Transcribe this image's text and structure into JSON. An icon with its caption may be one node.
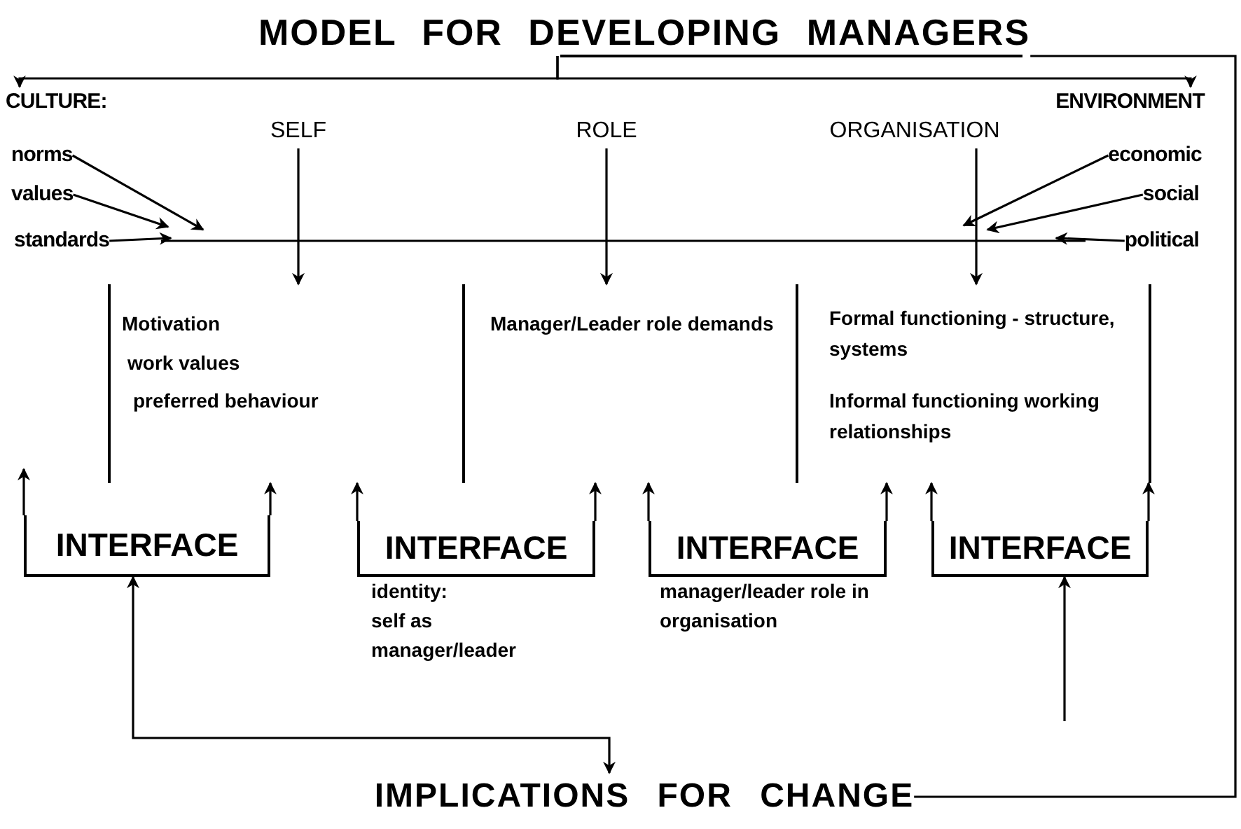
{
  "diagram": {
    "nodes": [
      {
        "text": [
          "MODEL FOR DEVELOPING MANAGERS"
        ]
      },
      {
        "text": [
          "CULTURE:"
        ]
      },
      {
        "text": [
          "norms"
        ]
      },
      {
        "text": [
          "values"
        ]
      },
      {
        "text": [
          "standards"
        ]
      },
      {
        "text": [
          "ENVIRONMENT"
        ]
      },
      {
        "text": [
          "economic"
        ]
      },
      {
        "text": [
          "social"
        ]
      },
      {
        "text": [
          "political"
        ]
      },
      {
        "text": [
          "SELF"
        ]
      },
      {
        "text": [
          "ROLE"
        ]
      },
      {
        "text": [
          "ORGANISATION"
        ]
      },
      {
        "text": [
          "Motivation",
          "work values",
          "preferred behaviour"
        ]
      },
      {
        "text": [
          "Manager/Leader role demands"
        ]
      },
      {
        "text": [
          "Formal functioning - structure, systems",
          "Informal functioning working relationships"
        ]
      },
      {
        "text": [
          "INTERFACE"
        ]
      },
      {
        "text": [
          "INTERFACE"
        ],
        "beside": [
          "identity:",
          "self as manager/leader"
        ]
      },
      {
        "text": [
          "INTERFACE"
        ],
        "beside": [
          "manager/leader role in organisation"
        ]
      },
      {
        "text": [
          "INTERFACE"
        ]
      },
      {
        "text": [
          "IMPLICATIONS FOR CHANGE"
        ]
      }
    ],
    "edges": [
      {
        "from": 0,
        "to": 1,
        "arrow": "to"
      },
      {
        "from": 0,
        "to": 5,
        "arrow": "to"
      },
      {
        "from": 0,
        "to": 19,
        "arrow": "none"
      },
      {
        "from": 2,
        "to": null,
        "arrow": "to"
      },
      {
        "from": 3,
        "to": null,
        "arrow": "to"
      },
      {
        "from": 4,
        "to": null,
        "arrow": "to"
      },
      {
        "from": 6,
        "to": null,
        "arrow": "to"
      },
      {
        "from": 7,
        "to": null,
        "arrow": "to"
      },
      {
        "from": 8,
        "to": null,
        "arrow": "to"
      },
      {
        "from": 9,
        "to": 12,
        "arrow": "to"
      },
      {
        "from": 10,
        "to": 13,
        "arrow": "to"
      },
      {
        "from": 11,
        "to": 14,
        "arrow": "to"
      },
      {
        "from": 15,
        "to": null,
        "arrow": "to"
      },
      {
        "from": 15,
        "to": 12,
        "arrow": "to"
      },
      {
        "from": 16,
        "to": 12,
        "arrow": "to"
      },
      {
        "from": 16,
        "to": 13,
        "arrow": "to"
      },
      {
        "from": 17,
        "to": 13,
        "arrow": "to"
      },
      {
        "from": 17,
        "to": 14,
        "arrow": "to"
      },
      {
        "from": 18,
        "to": 14,
        "arrow": "to"
      },
      {
        "from": 18,
        "to": 14,
        "arrow": "to"
      },
      {
        "from": 19,
        "to": 15,
        "arrow": "both"
      },
      {
        "from": null,
        "to": 18,
        "arrow": "to"
      }
    ]
  }
}
